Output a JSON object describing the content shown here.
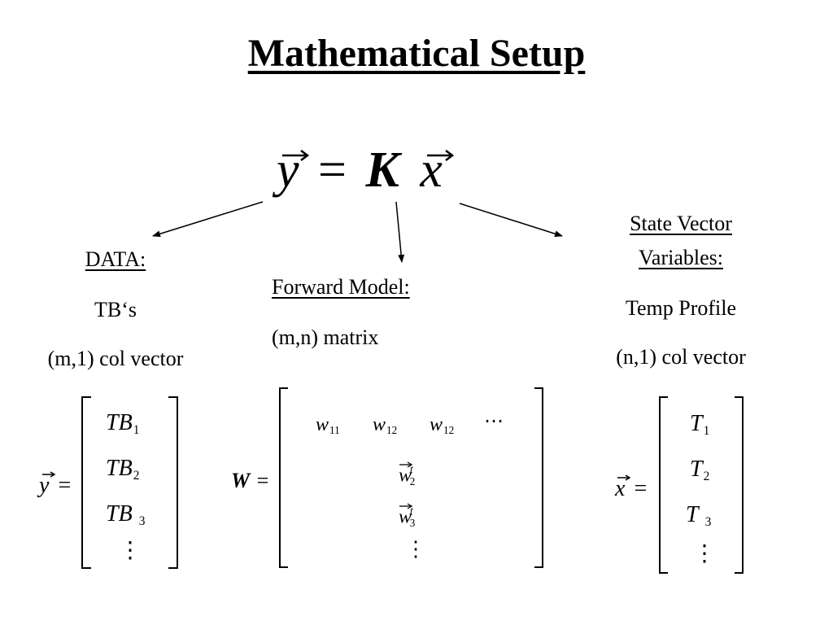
{
  "slide": {
    "title": "Mathematical Setup",
    "main_equation": {
      "lhs": "y",
      "equals": "=",
      "operator": "K",
      "rhs": "x"
    },
    "data": {
      "heading": "DATA:",
      "line1": "TB‘s",
      "line2": "(m,1) col vector"
    },
    "forward_model": {
      "heading": "Forward Model:",
      "line1": "(m,n) matrix"
    },
    "state_vector": {
      "heading_line1": "State Vector",
      "heading_line2": "Variables:",
      "line1": "Temp Profile",
      "line2": "(n,1) col vector"
    },
    "y_vector": {
      "lhs": "y",
      "equals": "=",
      "entries": [
        {
          "base": "TB",
          "sub": "1"
        },
        {
          "base": "TB",
          "sub": "2"
        },
        {
          "base": "TB",
          "sub": "3"
        }
      ],
      "ellipsis": "⋮"
    },
    "w_matrix": {
      "lhs": "W",
      "equals": "=",
      "row1": [
        {
          "base": "w",
          "sub": "11"
        },
        {
          "base": "w",
          "sub": "12"
        },
        {
          "base": "w",
          "sub": "12"
        }
      ],
      "row1_ellipsis": "⋯",
      "row2": {
        "base": "w",
        "sub": "2",
        "sup": "t"
      },
      "row3": {
        "base": "w",
        "sub": "3",
        "sup": "t"
      },
      "ellipsis": "⋮"
    },
    "x_vector": {
      "lhs": "x",
      "equals": "=",
      "entries": [
        {
          "base": "T",
          "sub": "1"
        },
        {
          "base": "T",
          "sub": "2"
        },
        {
          "base": "T",
          "sub": "3"
        }
      ],
      "ellipsis": "⋮"
    }
  }
}
